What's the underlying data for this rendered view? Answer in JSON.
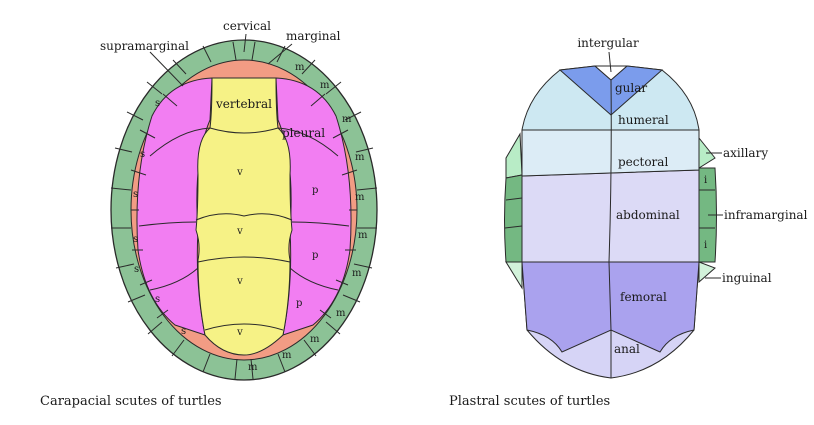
{
  "colors": {
    "marginal": "#8cc296",
    "supramarginal": "#f29c84",
    "pleural": "#f27ef2",
    "vertebral": "#f6f286",
    "gular": "#7b9cec",
    "humeral": "#cde8f2",
    "pectoral": "#dcecf6",
    "abdominal": "#dcdaf6",
    "femoral": "#aaa2ee",
    "anal": "#d6d4f6",
    "axillary": "#b8ecc6",
    "inframarginal": "#74b882",
    "inguinal": "#d2f2da",
    "outline": "#2a2a2a"
  },
  "carapace": {
    "caption": "Carapacial scutes of turtles",
    "labels": {
      "cervical": "cervical",
      "marginal": "marginal",
      "supramarginal": "supramarginal",
      "vertebral": "vertebral",
      "pleural": "pleural",
      "v": "v",
      "p": "p",
      "m": "m",
      "s": "s"
    }
  },
  "plastron": {
    "caption": "Plastral scutes of turtles",
    "labels": {
      "intergular": "intergular",
      "gular": "gular",
      "humeral": "humeral",
      "pectoral": "pectoral",
      "abdominal": "abdominal",
      "femoral": "femoral",
      "anal": "anal",
      "axillary": "axillary",
      "inframarginal": "inframarginal",
      "inguinal": "inguinal",
      "i": "i"
    }
  }
}
